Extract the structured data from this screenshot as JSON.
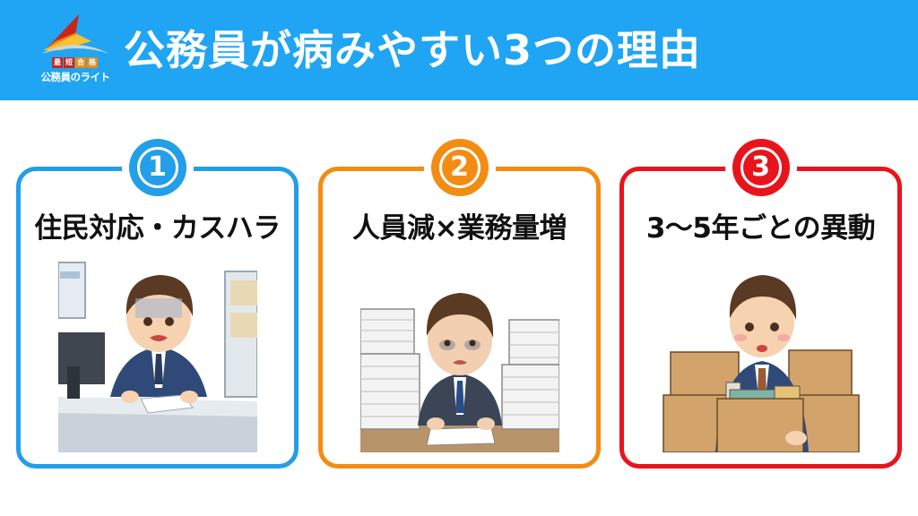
{
  "header": {
    "background": "#1fa5f3",
    "title": "公務員が病みやすい3つの理由",
    "logo": {
      "badges": [
        "最",
        "短",
        "合",
        "格"
      ],
      "name": "公務員のライト"
    }
  },
  "cards": [
    {
      "number": "1",
      "color": "#239ee8",
      "title": "住民対応・カスハラ",
      "illustration": "stressed office worker at desk with computer facing complaint"
    },
    {
      "number": "2",
      "color": "#f28c13",
      "title": "人員減×業務量増",
      "illustration": "exhausted worker surrounded by stacks of paperwork"
    },
    {
      "number": "3",
      "color": "#e8141c",
      "title": "3〜5年ごとの異動",
      "illustration": "worried worker carrying moving boxes"
    }
  ]
}
